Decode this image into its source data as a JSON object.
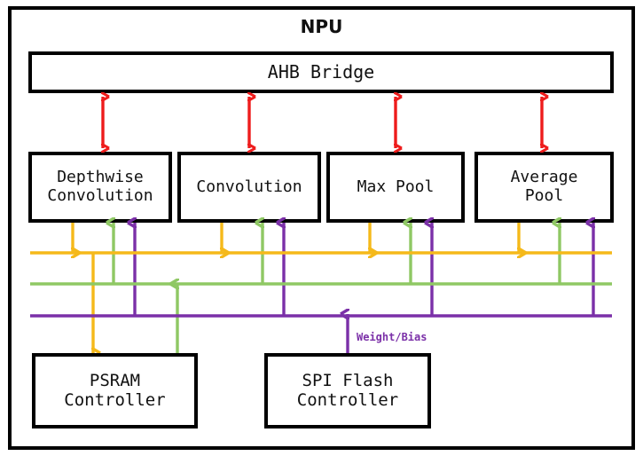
{
  "diagram": {
    "title": "NPU",
    "frame_name": "npu-outer-frame",
    "bridge": {
      "label": "AHB Bridge"
    },
    "units": [
      {
        "label": "Depthwise\nConvolution",
        "name": "unit-depthwise-convolution"
      },
      {
        "label": "Convolution",
        "name": "unit-convolution"
      },
      {
        "label": "Max Pool",
        "name": "unit-max-pool"
      },
      {
        "label": "Average\nPool",
        "name": "unit-average-pool"
      }
    ],
    "controllers": [
      {
        "label": "PSRAM\nController",
        "name": "psram-controller"
      },
      {
        "label": "SPI Flash\nController",
        "name": "spi-flash-controller"
      }
    ],
    "annotations": [
      {
        "label": "Weight/Bias",
        "name": "weight-bias-label"
      }
    ],
    "buses": [
      {
        "name": "bus-yellow-output",
        "color": "#f5b91a"
      },
      {
        "name": "bus-green-feature",
        "color": "#8fc864"
      },
      {
        "name": "bus-purple-weight",
        "color": "#7b30a8"
      }
    ],
    "colors": {
      "outline": "#000000",
      "bridge_link": "#ee1c1c",
      "bus_yellow": "#f5b91a",
      "bus_green": "#8fc864",
      "bus_purple": "#7b30a8",
      "background": "#ffffff"
    }
  }
}
